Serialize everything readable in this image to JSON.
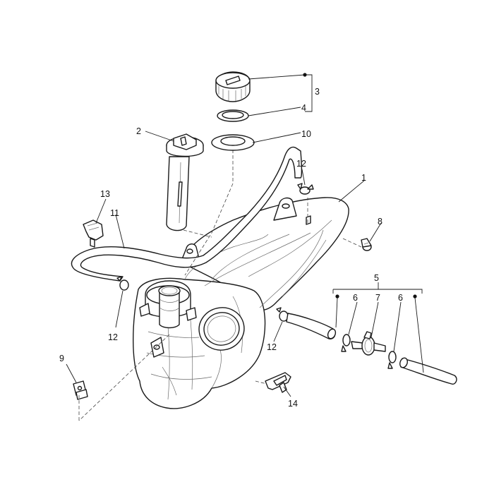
{
  "callouts": {
    "c1": "1",
    "c2": "2",
    "c3": "3",
    "c4": "4",
    "c5": "5",
    "c6a": "6",
    "c6b": "6",
    "c7": "7",
    "c8": "8",
    "c9": "9",
    "c10": "10",
    "c11": "11",
    "c12a": "12",
    "c12b": "12",
    "c12c": "12",
    "c13": "13",
    "c14": "14"
  },
  "colors": {
    "line": "#1a1a1a",
    "fill": "#ffffff",
    "background": "#ffffff"
  }
}
